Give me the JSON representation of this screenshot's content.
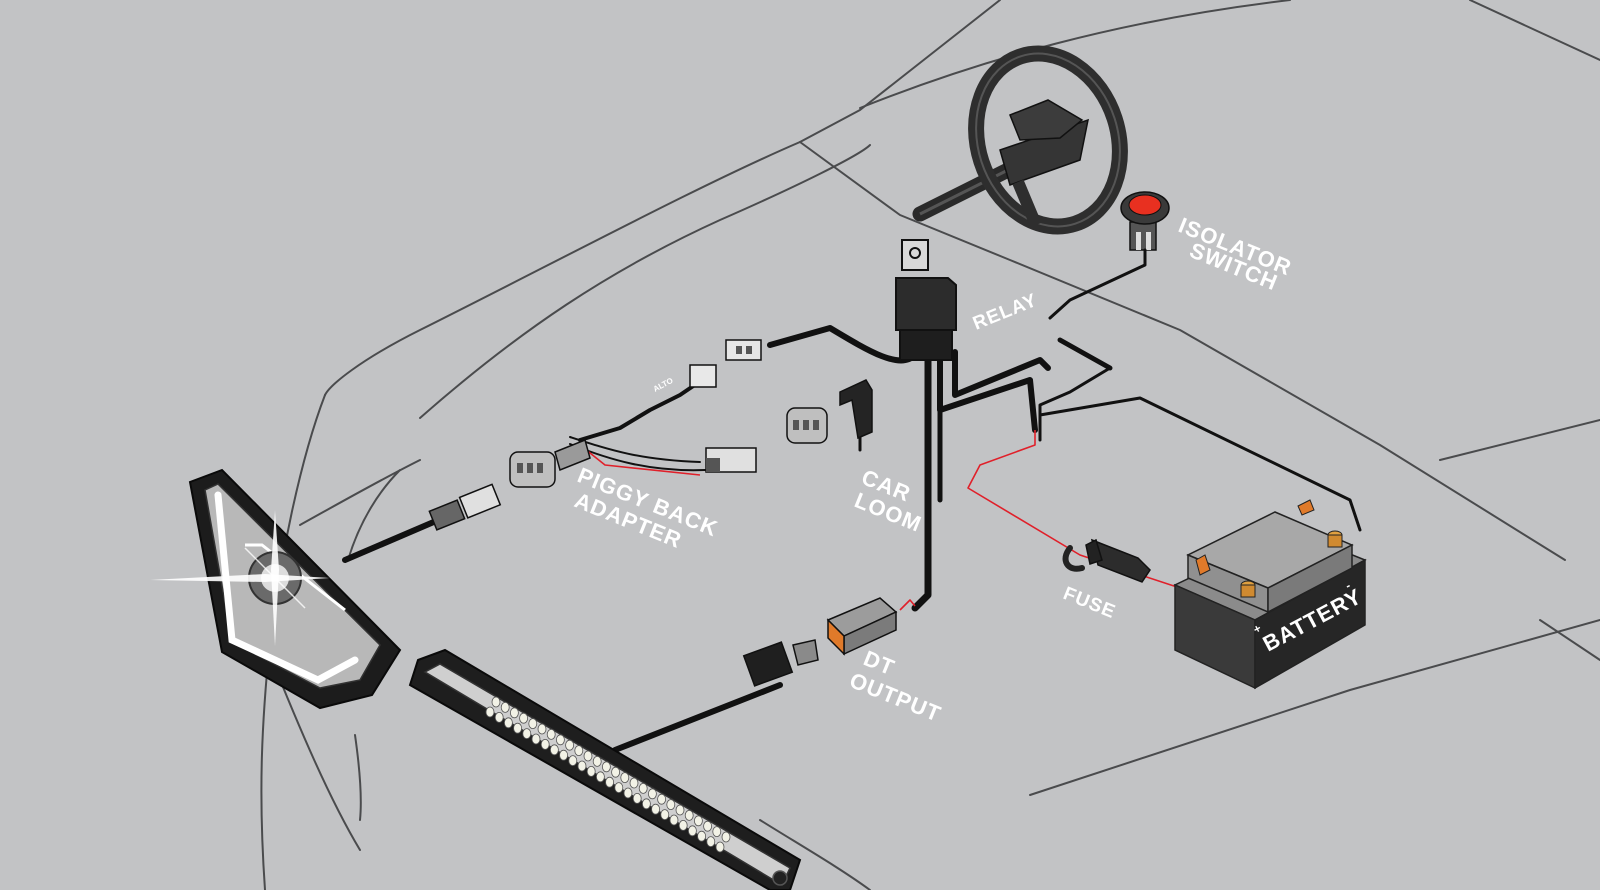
{
  "labels": {
    "isolator_switch_1": "ISOLATOR",
    "isolator_switch_2": "SWITCH",
    "relay": "RELAY",
    "piggy_back_1": "PIGGY BACK",
    "piggy_back_2": "ADAPTER",
    "car_loom_1": "CAR",
    "car_loom_2": "LOOM",
    "fuse": "FUSE",
    "dt_output_1": "DT",
    "dt_output_2": "OUTPUT",
    "battery": "BATTERY",
    "battery_plus": "+",
    "battery_minus": "-",
    "harness_brand": "ALTO"
  },
  "colors": {
    "background": "#c2c3c5",
    "car_outline": "#4a4b4d",
    "wire": "#111111",
    "red_wire": "#e0202a",
    "label": "#ffffff",
    "terminal": "#e07a2a",
    "switch_red": "#e83020"
  }
}
